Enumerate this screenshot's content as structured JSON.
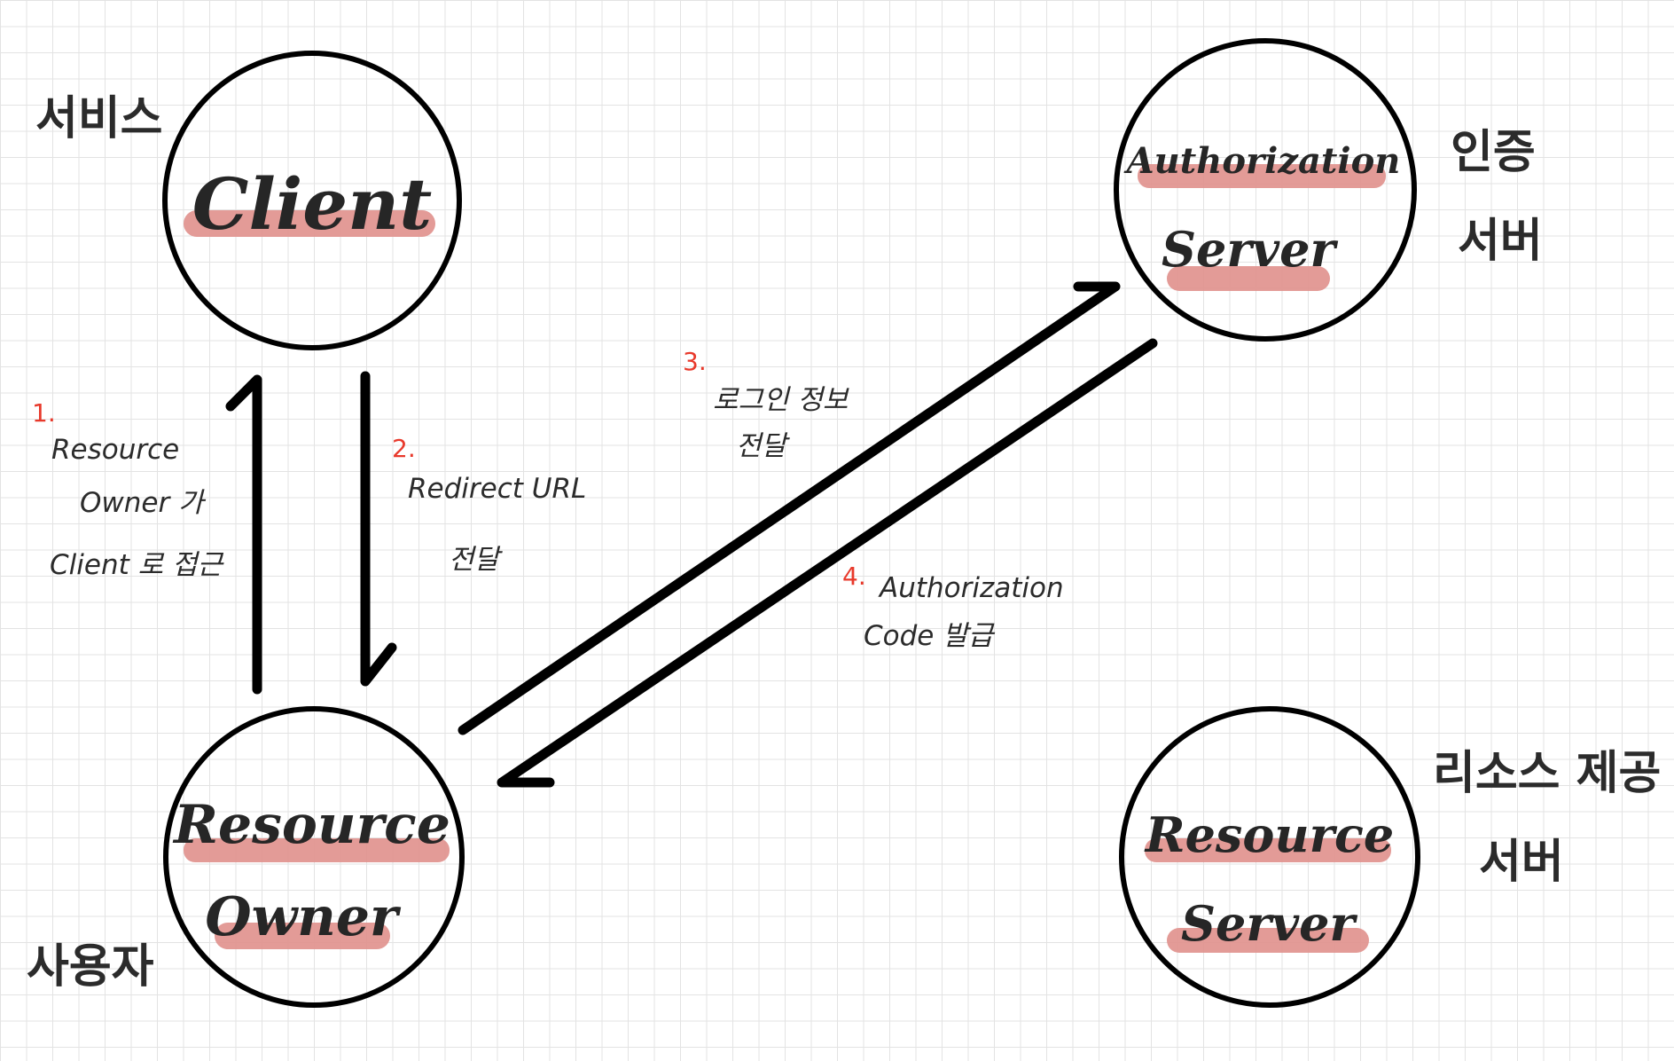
{
  "colors": {
    "ink": "#000000",
    "text": "#262626",
    "highlight": "#e0908c",
    "step_number": "#e8392b",
    "grid": "#e3e3e3"
  },
  "nodes": {
    "client": {
      "lines": [
        "Client"
      ],
      "role": "서비스"
    },
    "authorization_server": {
      "lines": [
        "Authorization",
        "Server"
      ],
      "role_lines": [
        "인증",
        "서버"
      ]
    },
    "resource_owner": {
      "lines": [
        "Resource",
        "Owner"
      ],
      "role": "사용자"
    },
    "resource_server": {
      "lines": [
        "Resource",
        "Server"
      ],
      "role_lines": [
        "리소스 제공",
        "서버"
      ]
    }
  },
  "steps": [
    {
      "number": "1.",
      "lines": [
        "Resource",
        "Owner 가",
        "Client 로 접근"
      ]
    },
    {
      "number": "2.",
      "lines": [
        "Redirect URL",
        "전달"
      ]
    },
    {
      "number": "3.",
      "lines": [
        "로그인 정보",
        "전달"
      ]
    },
    {
      "number": "4.",
      "lines": [
        "Authorization",
        "Code 발급"
      ]
    }
  ]
}
